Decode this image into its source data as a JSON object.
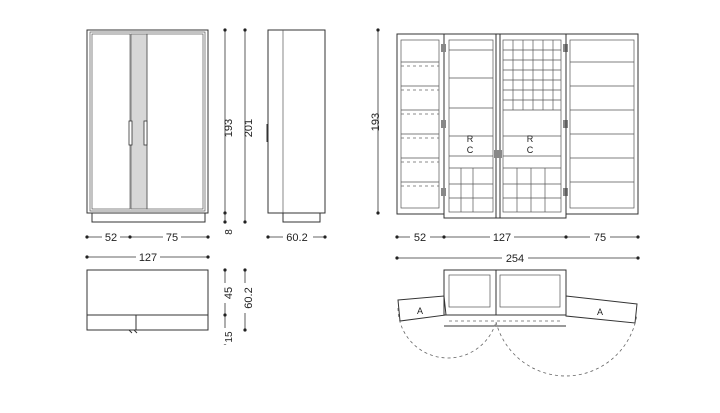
{
  "front_view": {
    "width_left": "52",
    "width_right": "75",
    "width_total": "127",
    "height_body": "193",
    "height_total": "201",
    "plinth": "8"
  },
  "side_view": {
    "depth": "60.2"
  },
  "plan_view": {
    "depth_body": "45",
    "depth_total": "60.2",
    "door": "15"
  },
  "open_front": {
    "height": "193",
    "width_left": "52",
    "width_mid": "127",
    "width_right": "75",
    "label_r_left": "R",
    "label_c_left": "C",
    "label_r_right": "R",
    "label_c_right": "C"
  },
  "open_plan": {
    "width_total": "254",
    "door_left": "A",
    "door_right": "A"
  }
}
